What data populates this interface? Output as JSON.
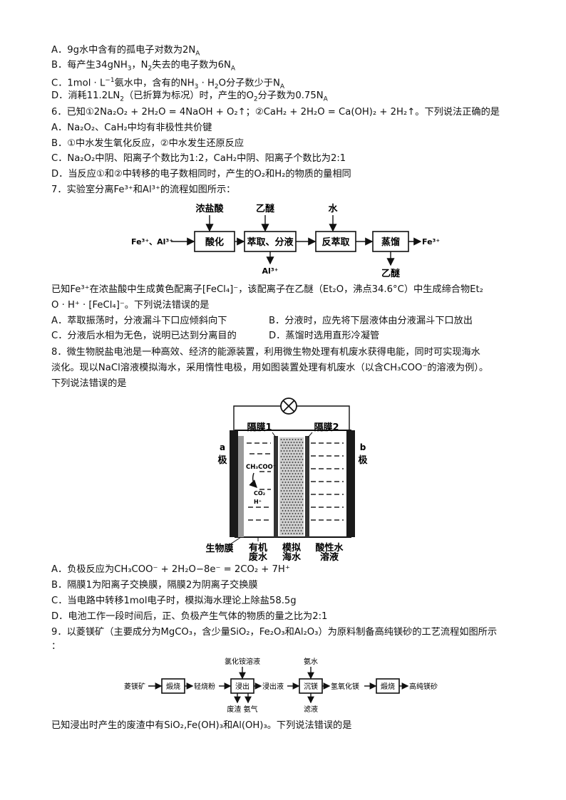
{
  "q5": {
    "A": "A．9g水中含有的孤电子对数为2N",
    "A_sub": "A",
    "B": "B．每产生34gNH",
    "B2": "，N",
    "B3": "失去的电子数为6N",
    "B_sub3": "3",
    "B_sub2": "2",
    "B_subA": "A",
    "C": "C．1mol · L",
    "C_sup": "−1",
    "C2": "氨水中，含有的NH",
    "C3": " · H",
    "C4": "O分子数少于N",
    "C_sub3": "3",
    "C_sub2": "2",
    "C_subA": "A",
    "D": "D．消耗11.2LN",
    "D2": "（已折算为标况）时，产生的O",
    "D3": "分子数为0.75N",
    "D_sub2": "2",
    "D_subO": "2",
    "D_subA": "A"
  },
  "q6": {
    "stem": "6．已知①2Na₂O₂ + 2H₂O = 4NaOH + O₂↑；②CaH₂ + 2H₂O = Ca(OH)₂ + 2H₂↑。下列说法正确的是",
    "A": "A．Na₂O₂、CaH₂中均有非极性共价键",
    "B": "B．①中水发生氧化反应，②中水发生还原反应",
    "C": "C．Na₂O₂中阴、阳离子个数比为1:2，CaH₂中阴、阳离子个数比为2:1",
    "D": "D．当反应①和②中转移的电子数相同时，产生的O₂和H₂的物质的量相同"
  },
  "q7": {
    "stem": "7．实验室分离Fe³⁺和Al³⁺的流程如图所示：",
    "flow": {
      "input": "Fe³⁺、Al³⁺",
      "box1": "酸化",
      "box2": "萃取、分液",
      "box3": "反萃取",
      "box4": "蒸馏",
      "output": "Fe³⁺",
      "top1": "浓盐酸",
      "top2": "乙醚",
      "top3": "水",
      "bot2": "Al³⁺",
      "bot4": "乙醚"
    },
    "info1": "已知Fe³⁺在浓盐酸中生成黄色配离子[FeCl₄]⁻，该配离子在乙醚（Et₂O，沸点34.6°C）中生成缔合物Et₂",
    "info2": "O · H⁺ · [FeCl₄]⁻。下列说法错误的是",
    "A": "A．萃取振荡时，分液漏斗下口应倾斜向下",
    "B": "B．分液时，应先将下层液体由分液漏斗下口放出",
    "C": "C．分液后水相为无色，说明已达到分离目的",
    "D": "D．蒸馏时选用直形冷凝管"
  },
  "q8": {
    "stem1": "8．微生物脱盐电池是一种高效、经济的能源装置，利用微生物处理有机废水获得电能，同时可实现海水",
    "stem2": "淡化。现以NaCl溶液模拟海水，采用惰性电极，用如图装置处理有机废水（以含CH₃COO⁻的溶液为例）。",
    "stem3": "下列说法错误的是",
    "diagram": {
      "membrane1": "隔膜1",
      "membrane2": "隔膜2",
      "electrode_a1": "a",
      "electrode_a2": "极",
      "electrode_b1": "b",
      "electrode_b2": "极",
      "species1": "CH₃COO⁻",
      "species2": "CO₂",
      "species3": "H⁺",
      "biofilm": "生物膜",
      "org1": "有机",
      "org2": "废水",
      "sea1": "模拟",
      "sea2": "海水",
      "acid1": "酸性水",
      "acid2": "溶液"
    },
    "A": "A．负极反应为CH₃COO⁻ + 2H₂O−8e⁻ = 2CO₂ + 7H⁺",
    "B": "B．隔膜1为阳离子交换膜，隔膜2为阴离子交换膜",
    "C": "C．当电路中转移1mol电子时，模拟海水理论上除盐58.5g",
    "D": "D．电池工作一段时间后，正、负极产生气体的物质的量之比为2:1"
  },
  "q9": {
    "stem1": "9．以菱镁矿（主要成分为MgCO₃，含少量SiO₂，Fe₂O₃和Al₂O₃）为原料制备高纯镁砂的工艺流程如图所示",
    "stem2": "：",
    "flow": {
      "n0": "菱镁矿",
      "b1": "煅烧",
      "n1": "轻烧粉",
      "b2": "浸出",
      "n2": "浸出液",
      "b3": "沉镁",
      "n3": "氢氧化镁",
      "b4": "煅烧",
      "n4": "高纯镁砂",
      "top2": "氯化铵溶液",
      "top3": "氨水",
      "bot2": "废渣 氨气",
      "bot3": "滤液"
    },
    "info": "已知浸出时产生的废渣中有SiO₂,Fe(OH)₃和Al(OH)₃。下列说法错误的是"
  }
}
